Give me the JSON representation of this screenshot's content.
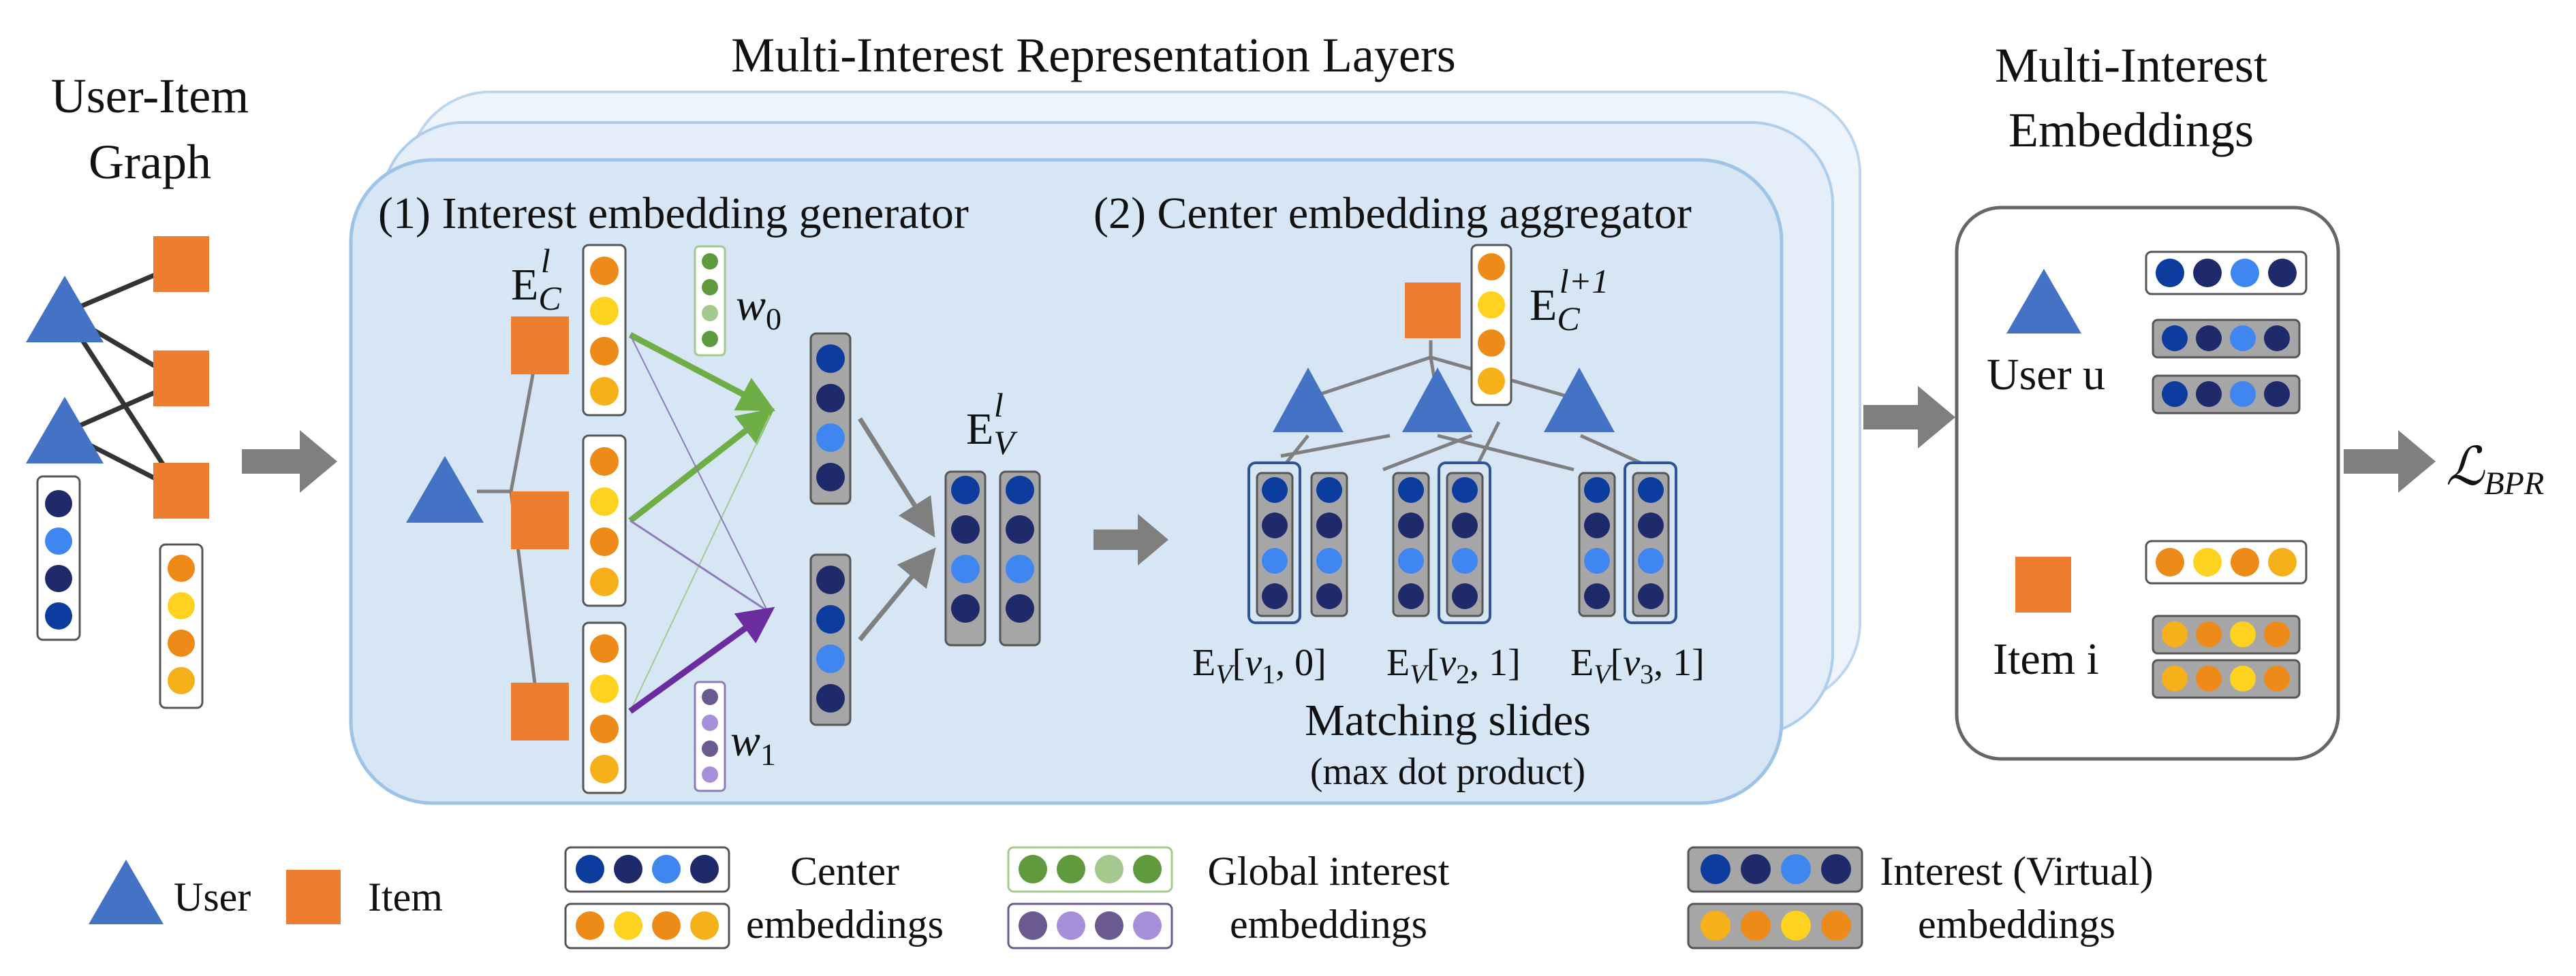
{
  "titles": {
    "graph": [
      "User-Item",
      "Graph"
    ],
    "layers": "Multi-Interest Representation Layers",
    "embeddings": [
      "Multi-Interest",
      "Embeddings"
    ]
  },
  "sections": {
    "generator": "(1) Interest embedding generator",
    "aggregator": "(2) Center embedding aggregator"
  },
  "math": {
    "ec_l": {
      "base": "E",
      "sub": "C",
      "sup": "l"
    },
    "ev_l": {
      "base": "E",
      "sub": "V",
      "sup": "l"
    },
    "ec_l1": {
      "base": "E",
      "sub": "C",
      "sup": "l+1"
    },
    "w0": {
      "base": "w",
      "sub": "0"
    },
    "w1": {
      "base": "w",
      "sub": "1"
    },
    "loss": {
      "base": "ℒ",
      "sub": "BPR"
    }
  },
  "matching": {
    "labels": [
      {
        "pre": "E",
        "sub": "V",
        "open": "[",
        "var": "v",
        "vsub": "1",
        "rest": ", 0]"
      },
      {
        "pre": "E",
        "sub": "V",
        "open": "[",
        "var": "v",
        "vsub": "2",
        "rest": ", 1]"
      },
      {
        "pre": "E",
        "sub": "V",
        "open": "[",
        "var": "v",
        "vsub": "3",
        "rest": ", 1]"
      }
    ],
    "title": "Matching slides",
    "subtitle": "(max dot product)"
  },
  "output": {
    "user": "User u",
    "item": "Item i"
  },
  "legend": {
    "user": "User",
    "item": "Item",
    "center": [
      "Center",
      "embeddings"
    ],
    "global": [
      "Global interest",
      "embeddings"
    ],
    "interest": [
      "Interest (Virtual)",
      "embeddings"
    ]
  },
  "colors": {
    "user_blue": "#4472C4",
    "item_orange": "#ED7D31",
    "navy": "#1F2A6B",
    "dark_blue": "#0B3C9E",
    "mid_blue": "#3F86F0",
    "orange_dot": "#EE8A17",
    "yellow_dot": "#FFD21F",
    "amber_dot": "#F6B11A",
    "green_dark": "#5F9B3E",
    "green_light": "#A4C98F",
    "purple_dark": "#6B5A8F",
    "purple_light": "#A88FD9",
    "panel_fill": "#D6E6F5",
    "panel_stroke": "#9DC3E6",
    "arrow_green": "#6FAE46",
    "arrow_purple": "#6A2C9E",
    "arrow_gray": "#7F7F7F"
  }
}
